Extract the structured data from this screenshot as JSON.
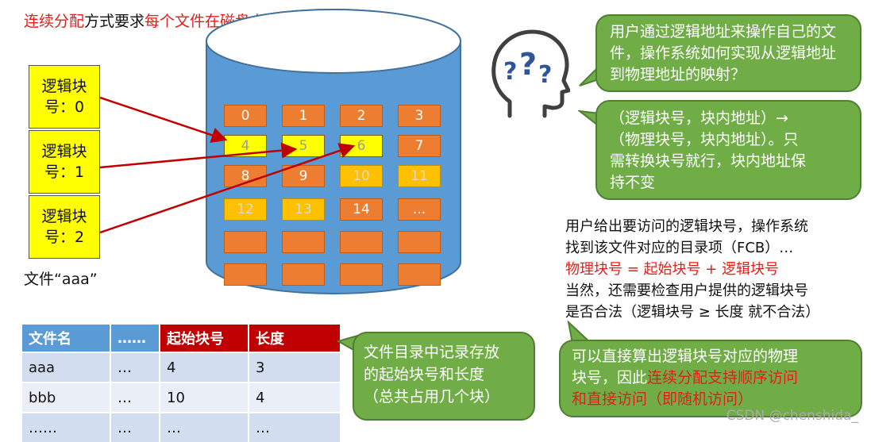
{
  "title": {
    "part1": "连续分配",
    "part2": "方式要求",
    "part3": "每个文件在磁盘上占有一组连续的块",
    "part4": "。"
  },
  "logical_blocks": [
    {
      "line1": "逻辑块",
      "line2": "号：0"
    },
    {
      "line1": "逻辑块",
      "line2": "号：1"
    },
    {
      "line1": "逻辑块",
      "line2": "号：2"
    }
  ],
  "file_label": "文件“aaa”",
  "disk_blocks": [
    {
      "label": "0"
    },
    {
      "label": "1"
    },
    {
      "label": "2"
    },
    {
      "label": "3"
    },
    {
      "label": "4"
    },
    {
      "label": "5"
    },
    {
      "label": "6"
    },
    {
      "label": "7"
    },
    {
      "label": "8"
    },
    {
      "label": "9"
    },
    {
      "label": "10"
    },
    {
      "label": "11"
    },
    {
      "label": "12"
    },
    {
      "label": "13"
    },
    {
      "label": "14"
    },
    {
      "label": "..."
    },
    {
      "label": ""
    },
    {
      "label": ""
    },
    {
      "label": ""
    },
    {
      "label": ""
    },
    {
      "label": ""
    },
    {
      "label": ""
    },
    {
      "label": ""
    },
    {
      "label": ""
    }
  ],
  "directory_table": {
    "headers": [
      "文件名",
      "……",
      "起始块号",
      "长度"
    ],
    "rows": [
      [
        "aaa",
        "…",
        "4",
        "3"
      ],
      [
        "bbb",
        "…",
        "10",
        "4"
      ],
      [
        "……",
        "…",
        "…",
        "…"
      ]
    ]
  },
  "bubble_question": "用户通过逻辑地址来操作自己的文件，操作系统如何实现从逻辑地址到物理地址的映射？",
  "bubble_answer": {
    "line1": "（逻辑块号，块内地址）→",
    "line2": "（物理块号，块内地址）。只",
    "line3": "需转换块号就行，块内地址保",
    "line4": "持不变"
  },
  "bubble_directory": {
    "line1": "文件目录中记录存放",
    "line2": "的起始块号和长度",
    "line3": "（总共占用几个块）"
  },
  "bubble_access": {
    "line1": "可以直接算出逻辑块号对应的物理",
    "line2a": "块号，因此",
    "line2b": "连续分配支持顺序访问",
    "line3": "和直接访问（即随机访问）"
  },
  "explanation": {
    "line1": "用户给出要访问的逻辑块号，操作系统",
    "line2": "找到该文件对应的目录项（FCB）…",
    "formula": "物理块号 = 起始块号 + 逻辑块号",
    "line4": "当然，还需要检查用户提供的逻辑块号",
    "line5": "是否合法（逻辑块号 ≥ 长度 就不合法）"
  },
  "watermark": "CSDN @chenshida_",
  "colors": {
    "red": "#e0201c",
    "disk": "#5b9bd5",
    "block": "#ed7d31",
    "highlight": "#ffff00",
    "bubble": "#70ad47"
  },
  "icons": {
    "thinker": "head-question-icon"
  }
}
